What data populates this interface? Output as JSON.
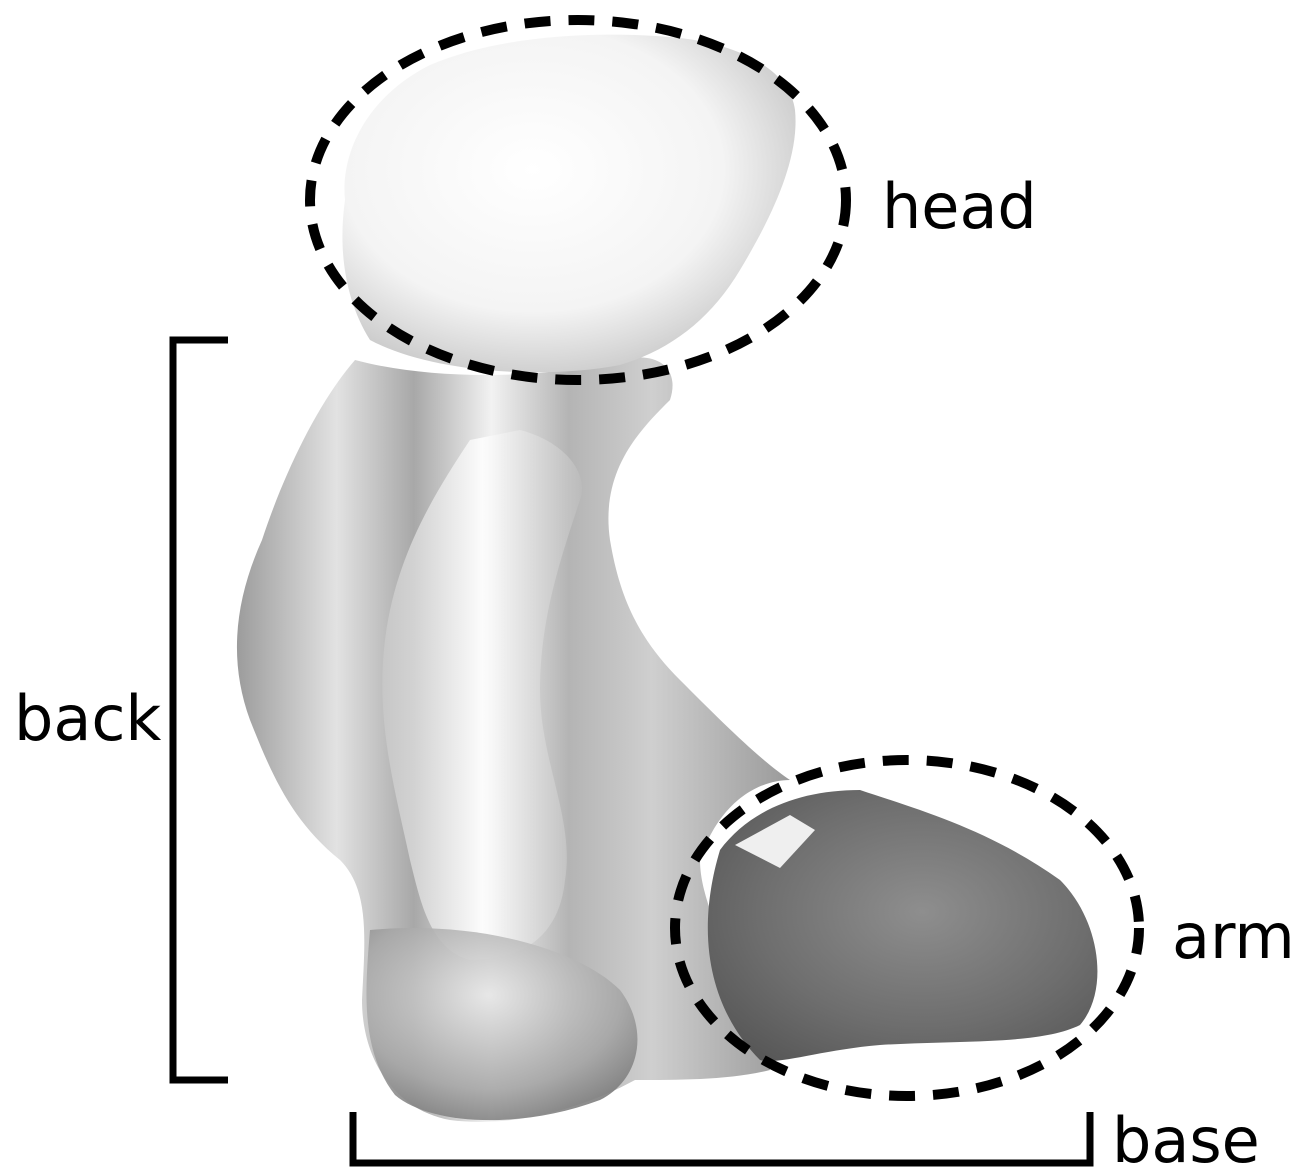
{
  "labels": {
    "head": "head",
    "back": "back",
    "arm": "arm",
    "base": "base"
  },
  "colors": {
    "ink": "#000000",
    "surface_light": "#fbfbfb",
    "surface_mid": "#bdbdbd",
    "surface_dark": "#6a6a6a",
    "background": "#ffffff"
  }
}
